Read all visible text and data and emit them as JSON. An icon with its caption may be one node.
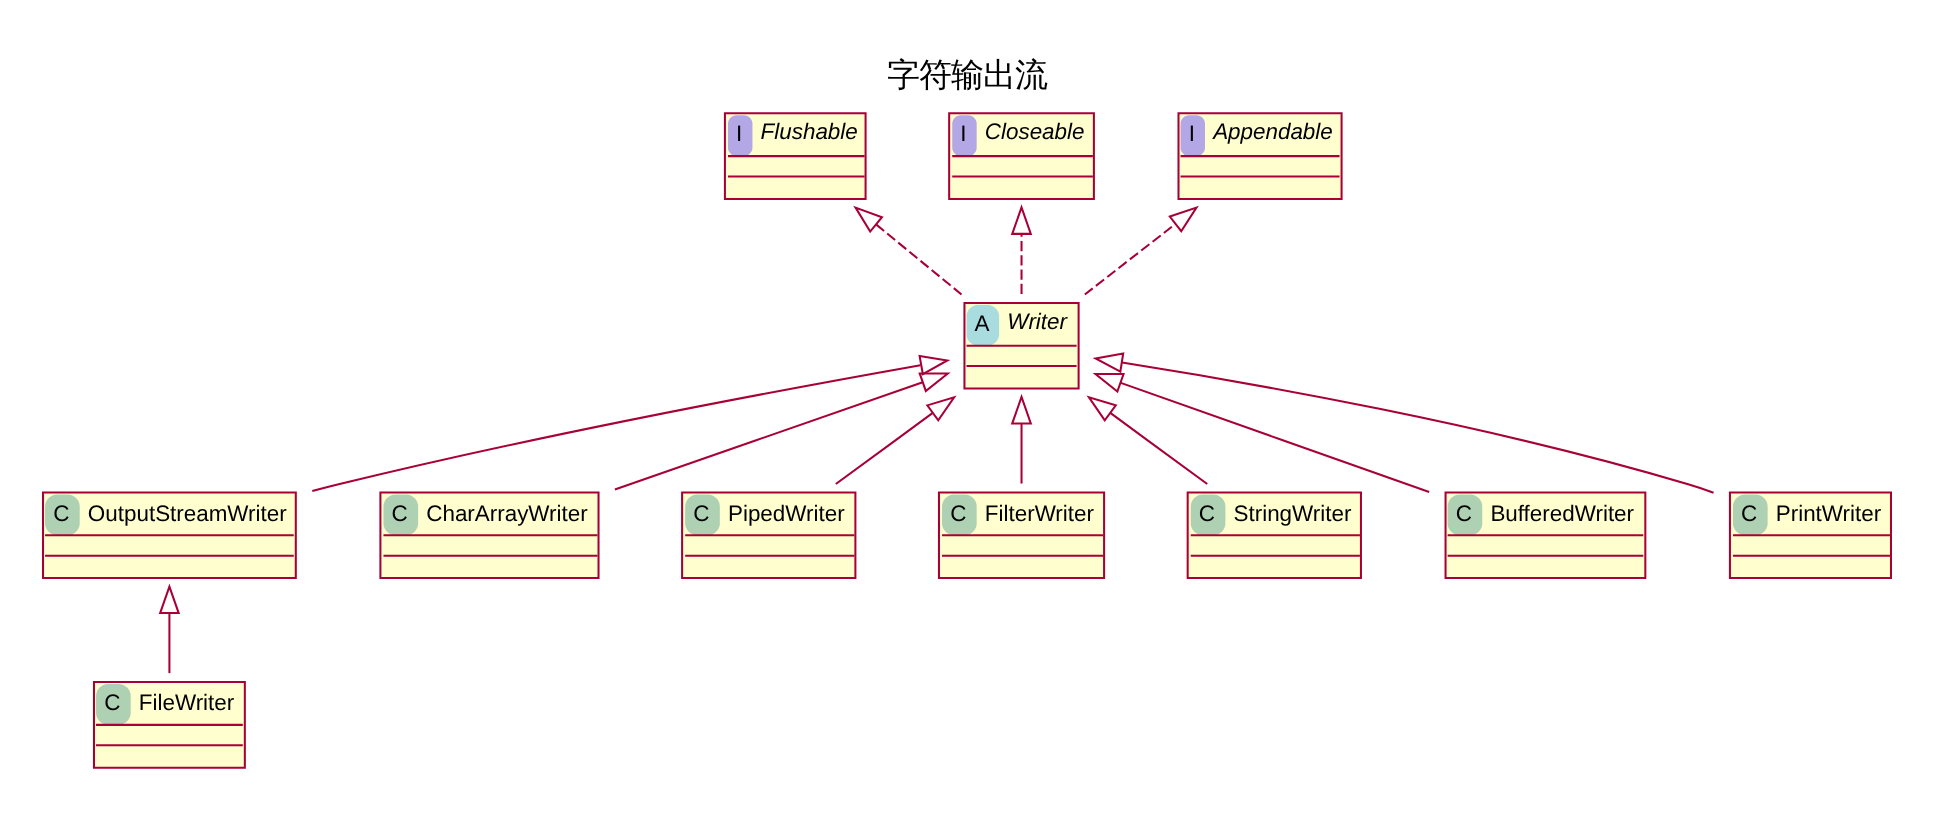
{
  "diagram": {
    "title": "字符输出流",
    "nodes": [
      {
        "text": [
          "I",
          "Flushable"
        ]
      },
      {
        "text": [
          "I",
          "Closeable"
        ]
      },
      {
        "text": [
          "I",
          "Appendable"
        ]
      },
      {
        "text": [
          "A",
          "Writer"
        ]
      },
      {
        "text": [
          "C",
          "OutputStreamWriter"
        ]
      },
      {
        "text": [
          "C",
          "CharArrayWriter"
        ]
      },
      {
        "text": [
          "C",
          "PipedWriter"
        ]
      },
      {
        "text": [
          "C",
          "FilterWriter"
        ]
      },
      {
        "text": [
          "C",
          "StringWriter"
        ]
      },
      {
        "text": [
          "C",
          "BufferedWriter"
        ]
      },
      {
        "text": [
          "C",
          "PrintWriter"
        ]
      },
      {
        "text": [
          "C",
          "FileWriter"
        ]
      }
    ],
    "edges": [
      {
        "from": 3,
        "to": 0,
        "arrow": "to",
        "style": "dashed"
      },
      {
        "from": 3,
        "to": 1,
        "arrow": "to",
        "style": "dashed"
      },
      {
        "from": 3,
        "to": 2,
        "arrow": "to",
        "style": "dashed"
      },
      {
        "from": 4,
        "to": 3,
        "arrow": "to"
      },
      {
        "from": 5,
        "to": 3,
        "arrow": "to"
      },
      {
        "from": 6,
        "to": 3,
        "arrow": "to"
      },
      {
        "from": 7,
        "to": 3,
        "arrow": "to"
      },
      {
        "from": 8,
        "to": 3,
        "arrow": "to"
      },
      {
        "from": 9,
        "to": 3,
        "arrow": "to"
      },
      {
        "from": 10,
        "to": 3,
        "arrow": "to"
      },
      {
        "from": 11,
        "to": 4,
        "arrow": "to"
      }
    ]
  }
}
